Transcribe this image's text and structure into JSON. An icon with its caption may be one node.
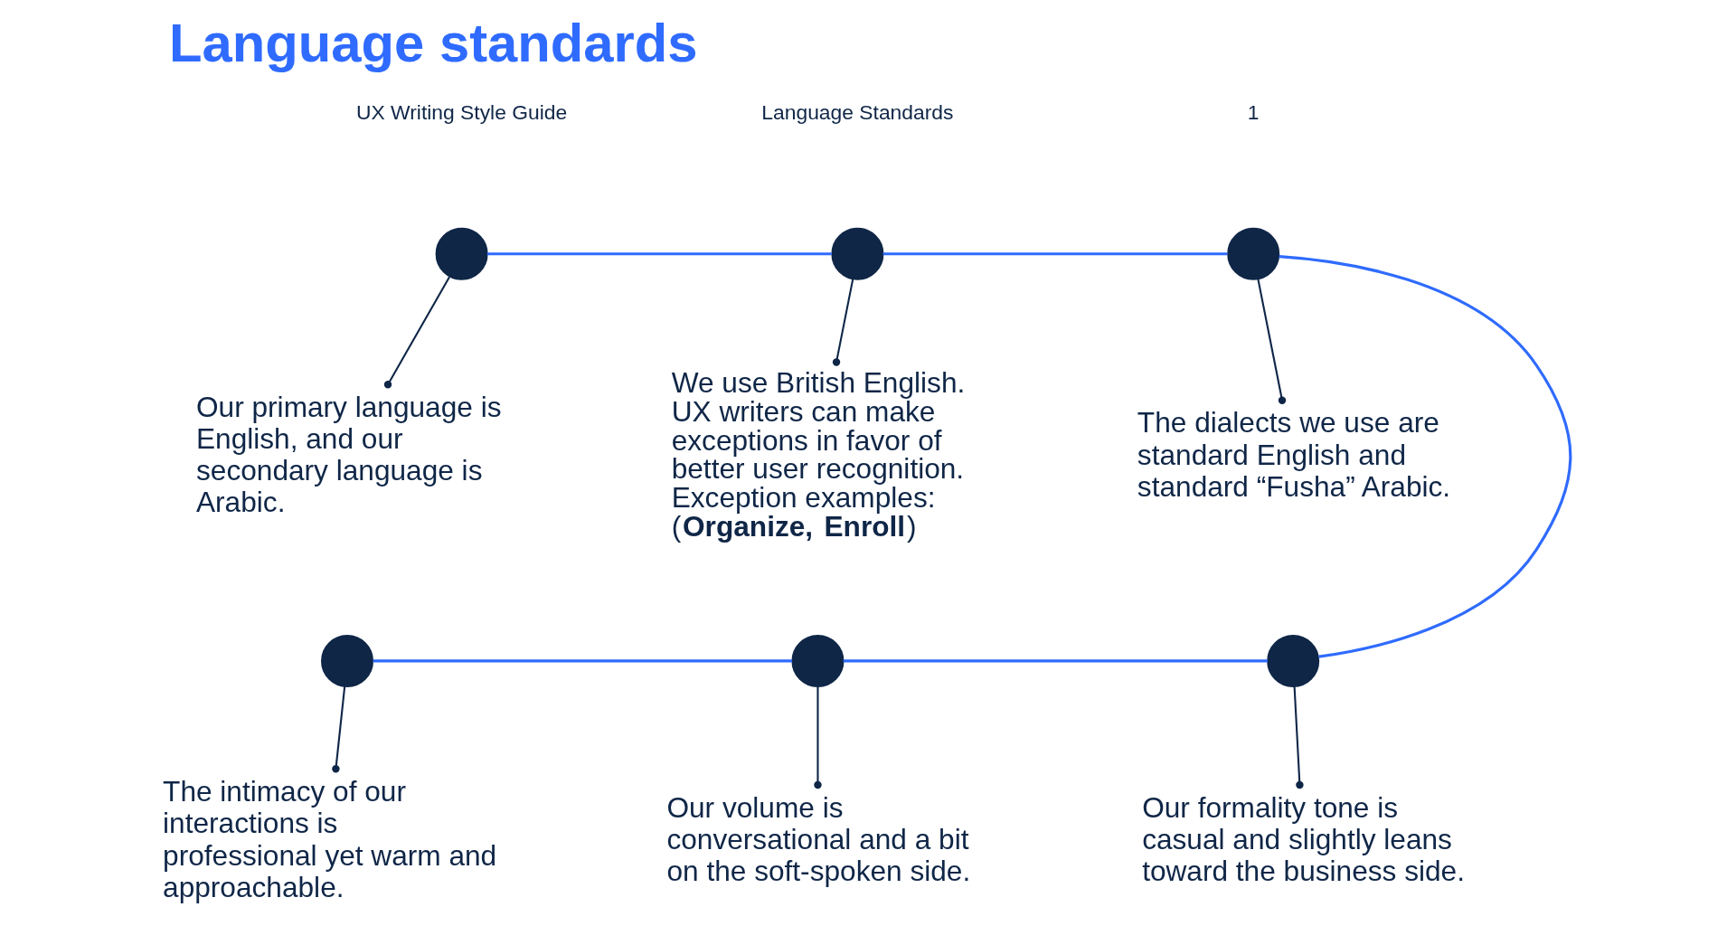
{
  "diagram": {
    "title": "Language standards",
    "nodes": [
      {
        "text": [],
        "shape": "circle"
      },
      {
        "text": [
          "Our primary language is English, and our secondary language is Arabic."
        ]
      },
      {
        "text": [],
        "shape": "circle"
      },
      {
        "text": [
          "We use British English. UX writers can make exceptions in favor of better user recognition. Exception examples: (**Organize, Enroll**)"
        ]
      },
      {
        "text": [],
        "shape": "circle"
      },
      {
        "text": [
          "The dialects we use are standard English and standard “Fusha” Arabic."
        ]
      },
      {
        "text": [],
        "shape": "circle"
      },
      {
        "text": [
          "The intimacy of our interactions is professional yet warm and approachable."
        ]
      },
      {
        "text": [],
        "shape": "circle"
      },
      {
        "text": [
          "Our volume is conversational and a bit on the soft-spoken side."
        ]
      },
      {
        "text": [],
        "shape": "circle"
      },
      {
        "text": [
          "Our formality tone is casual and slightly leans toward the business side."
        ]
      }
    ],
    "edges": [
      {
        "from": 0,
        "to": 2,
        "arrow": "none",
        "color": "#2f6bff"
      },
      {
        "from": 2,
        "to": 4,
        "arrow": "none",
        "color": "#2f6bff"
      },
      {
        "from": 4,
        "to": 10,
        "arrow": "none",
        "color": "#2f6bff"
      },
      {
        "from": 6,
        "to": 8,
        "arrow": "none",
        "color": "#2f6bff"
      },
      {
        "from": 8,
        "to": 10,
        "arrow": "none",
        "color": "#2f6bff"
      },
      {
        "from": 0,
        "to": 1,
        "arrow": "other"
      },
      {
        "from": 2,
        "to": 3,
        "arrow": "other"
      },
      {
        "from": 4,
        "to": 5,
        "arrow": "other"
      },
      {
        "from": 6,
        "to": 7,
        "arrow": "other"
      },
      {
        "from": 8,
        "to": 9,
        "arrow": "other"
      },
      {
        "from": 10,
        "to": 11,
        "arrow": "other"
      }
    ],
    "labels": [
      "UX Writing Style Guide",
      "Language Standards",
      "1"
    ]
  }
}
